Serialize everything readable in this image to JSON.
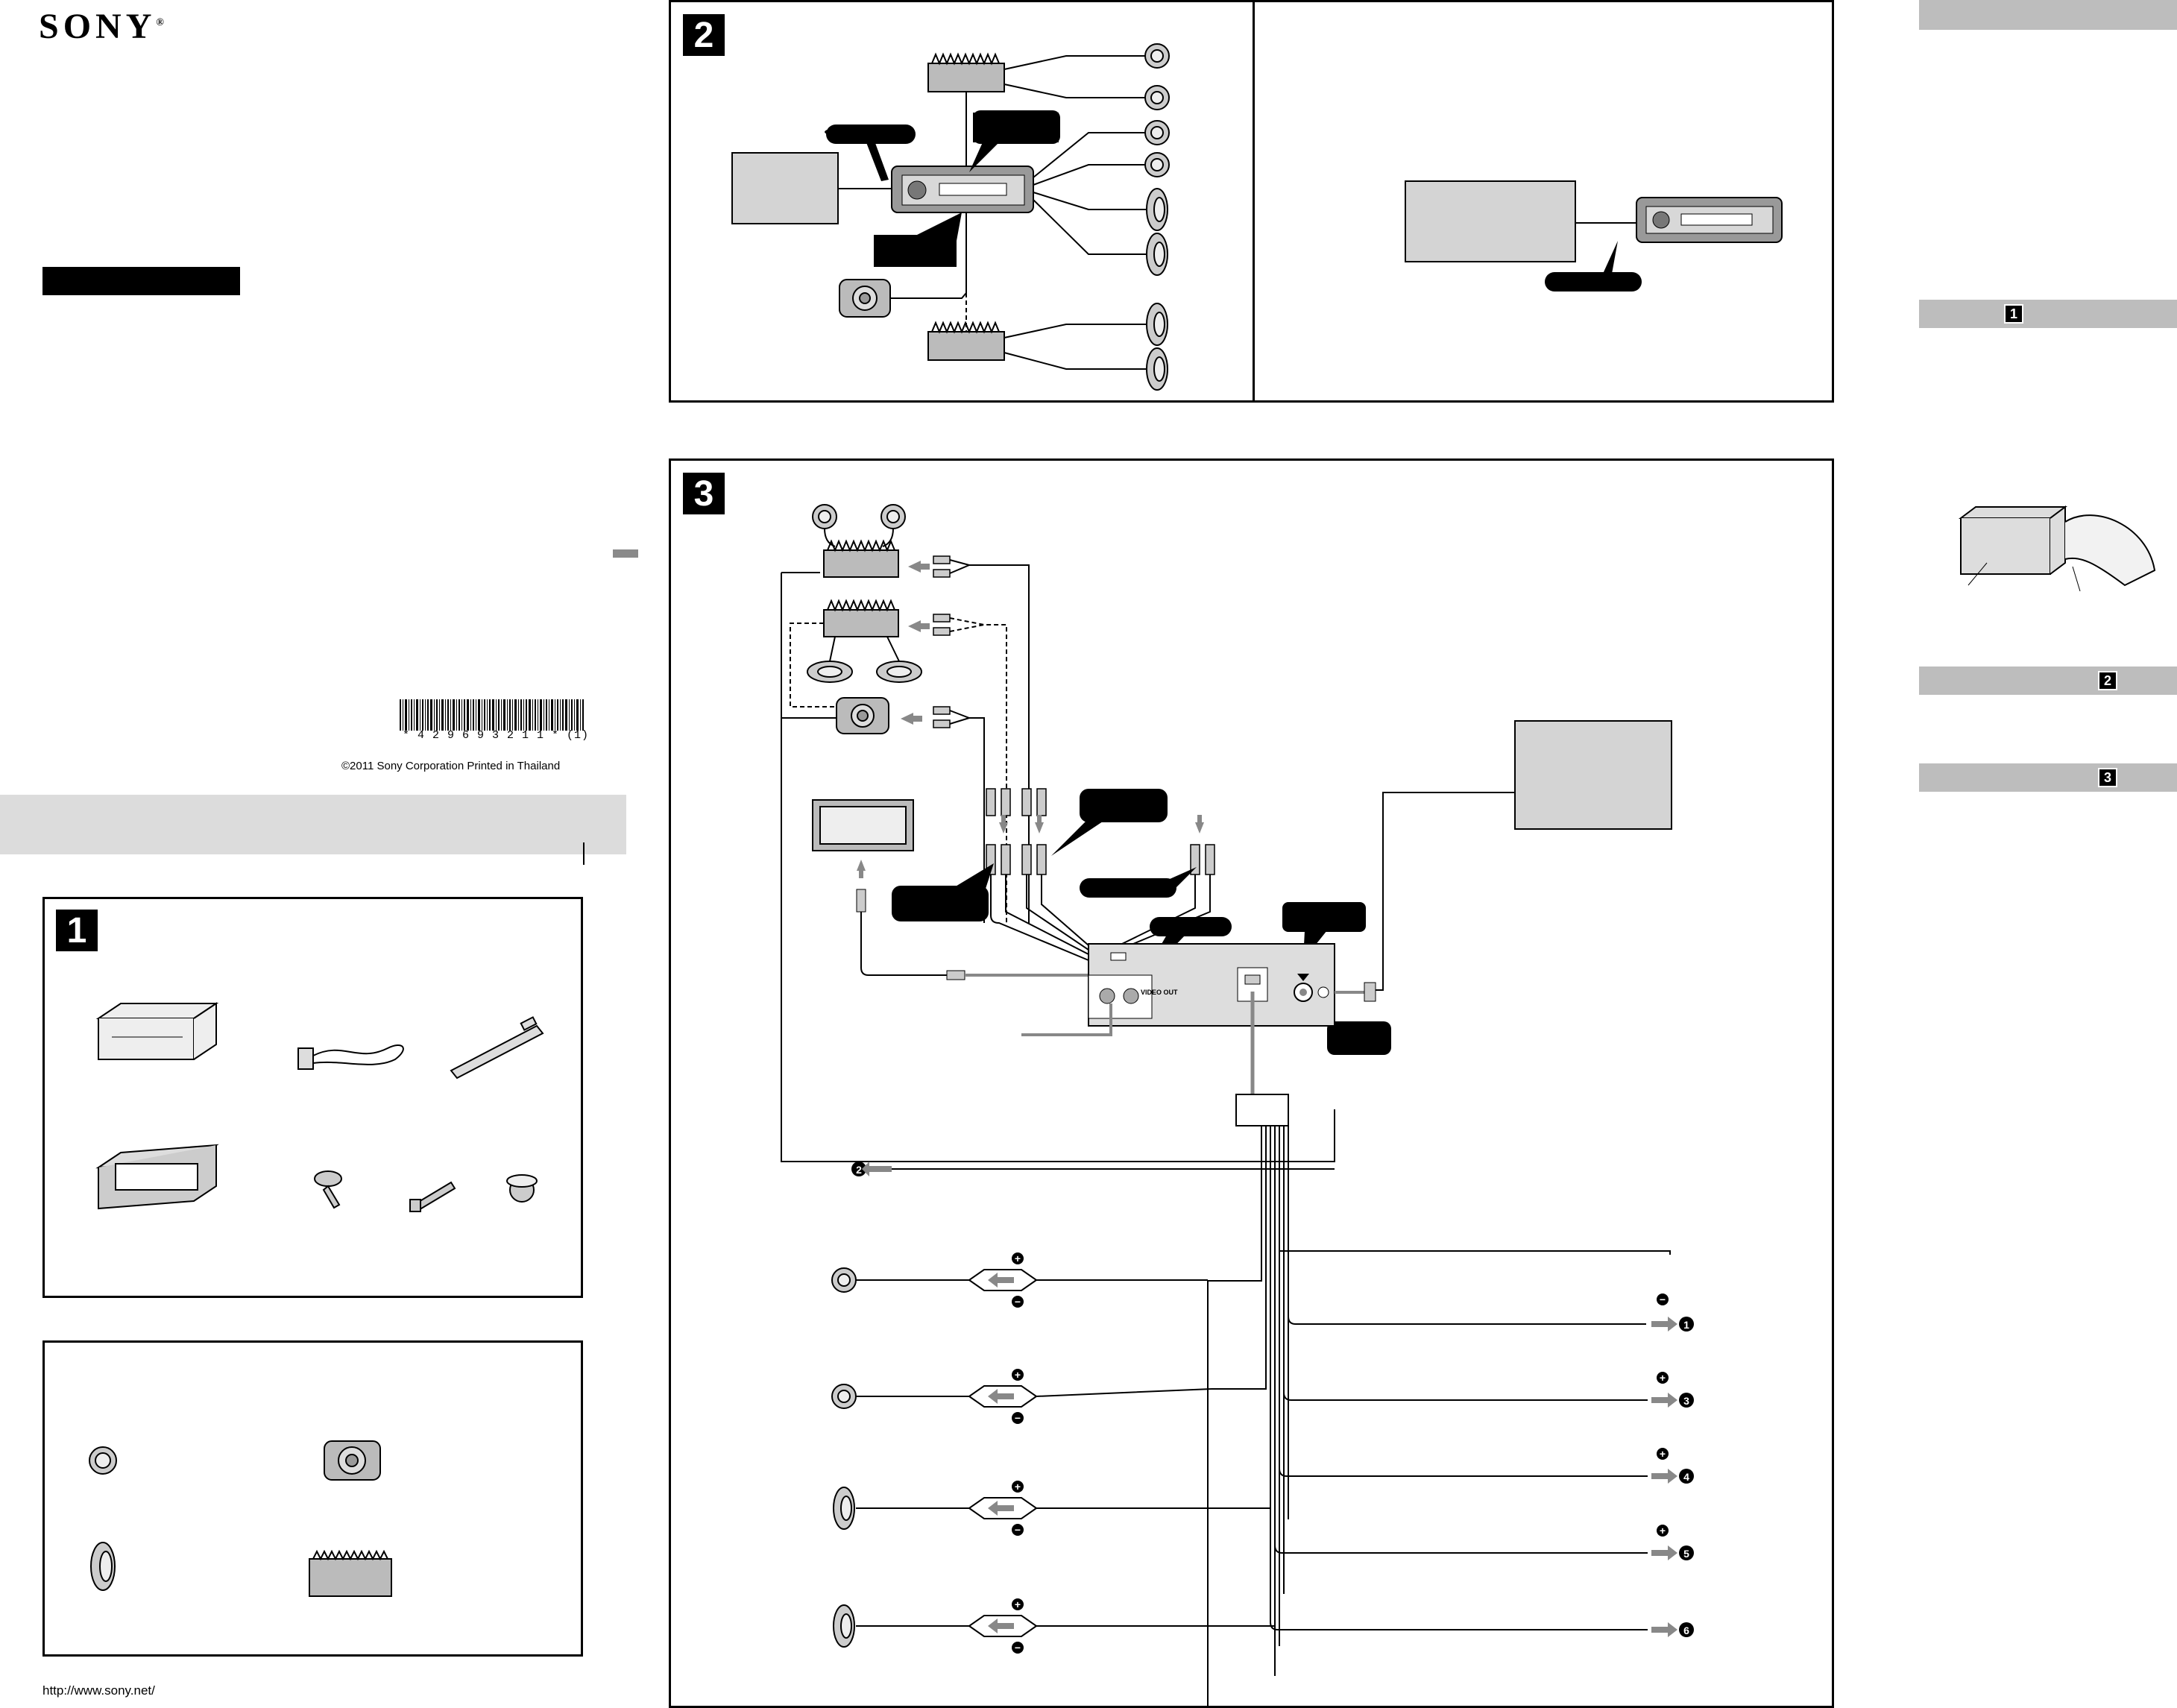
{
  "brand": {
    "logo": "SONY",
    "mark": "®"
  },
  "barcode": {
    "digits": "*  4  2  9  6  9  3  2  1  1  *",
    "suffix": "(1)"
  },
  "copyright": "©2011 Sony Corporation   Printed in Thailand",
  "url": "http://www.sony.net/",
  "sections": {
    "one": "1",
    "two": "2",
    "three": "3"
  },
  "right_column": {
    "bar_1": "1",
    "bar_2": "2",
    "bar_3": "3"
  },
  "connection": {
    "video_label": "VIDEO OUT",
    "polarity_plus": "+",
    "polarity_minus": "−",
    "step_refs": [
      "1",
      "2",
      "3",
      "4",
      "5",
      "6"
    ]
  }
}
